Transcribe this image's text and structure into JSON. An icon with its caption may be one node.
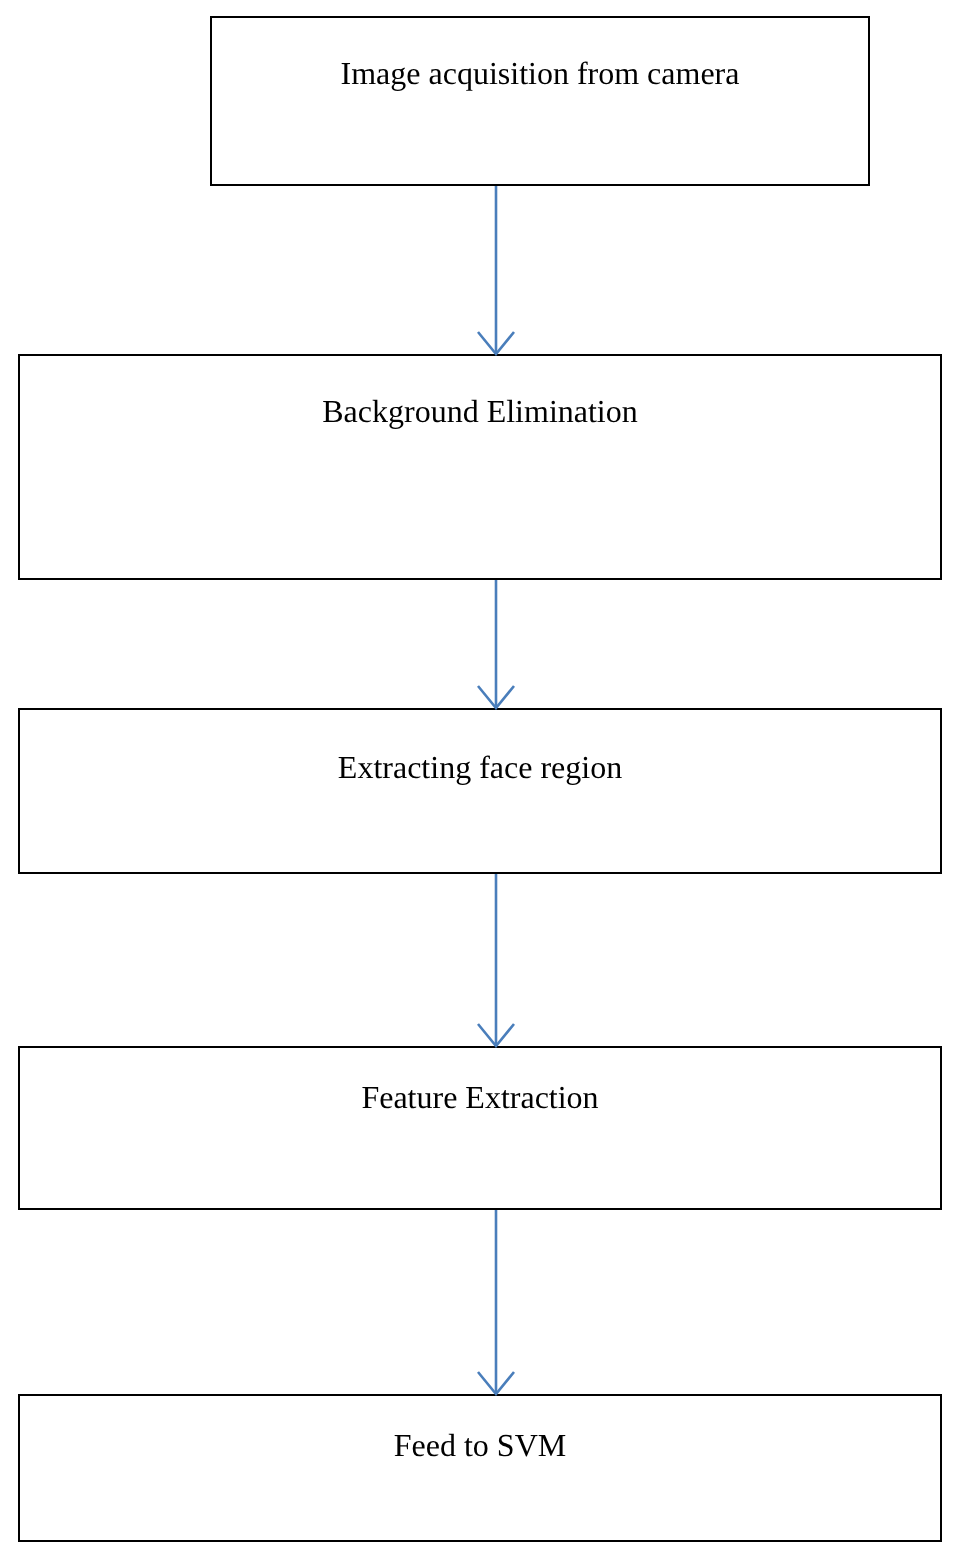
{
  "diagram": {
    "nodes": [
      {
        "text": [
          "Image acquisition from camera"
        ]
      },
      {
        "text": [
          "Background Elimination"
        ]
      },
      {
        "text": [
          "Extracting face region"
        ]
      },
      {
        "text": [
          "Feature Extraction"
        ]
      },
      {
        "text": [
          "Feed to SVM"
        ]
      }
    ],
    "edges": [
      {
        "from": 0,
        "to": 1,
        "arrow": "to"
      },
      {
        "from": 1,
        "to": 2,
        "arrow": "to"
      },
      {
        "from": 2,
        "to": 3,
        "arrow": "to"
      },
      {
        "from": 3,
        "to": 4,
        "arrow": "to"
      }
    ]
  }
}
